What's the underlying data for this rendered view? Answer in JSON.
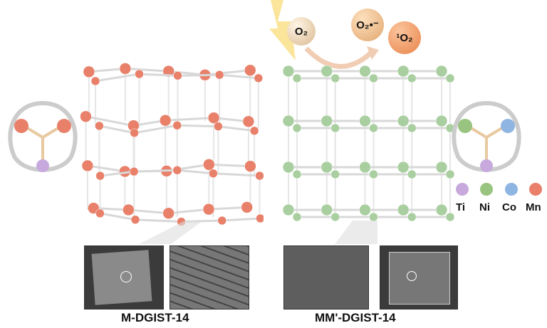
{
  "molecules": {
    "o2": "O₂",
    "superoxide": "O₂•⁻",
    "singlet_oxygen": "¹O₂"
  },
  "legend": [
    {
      "label": "Ti",
      "color": "#c7a9dd"
    },
    {
      "label": "Ni",
      "color": "#98c47f"
    },
    {
      "label": "Co",
      "color": "#8fb5e3"
    },
    {
      "label": "Mn",
      "color": "#e8806a"
    }
  ],
  "captions": {
    "left": "M-DGIST-14",
    "right": "MM'-DGIST-14"
  },
  "colors": {
    "mn": "#e8806a",
    "mixed": "#a9cfa0",
    "lightning": "#f9e08a"
  }
}
